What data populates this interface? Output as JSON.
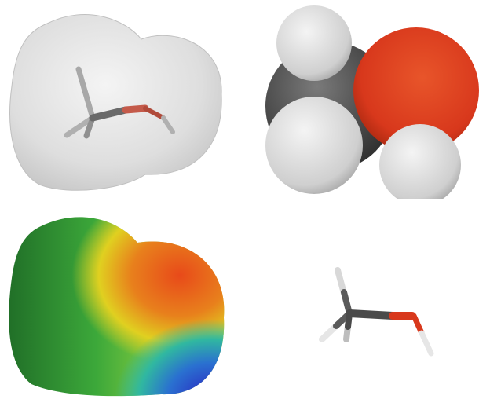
{
  "panels": [
    {
      "id": "surface-with-stick-model",
      "style": "translucent surface",
      "surface_color": "#dcdcdc"
    },
    {
      "id": "space-filling-model",
      "style": "space-filling",
      "atom_colors": {
        "carbon": "#4a4a4a",
        "oxygen": "#d8381c",
        "hydrogen": "#e6e6e6"
      }
    },
    {
      "id": "electrostatic-potential-map",
      "style": "potential map",
      "gradient_colors": [
        "#1e7a2a",
        "#3cb43c",
        "#e8e020",
        "#e8701c",
        "#2a2ad0"
      ]
    },
    {
      "id": "stick-model",
      "style": "stick",
      "atom_colors": {
        "carbon": "#4a4a4a",
        "oxygen": "#d8381c",
        "hydrogen": "#f0f0f0"
      }
    }
  ]
}
